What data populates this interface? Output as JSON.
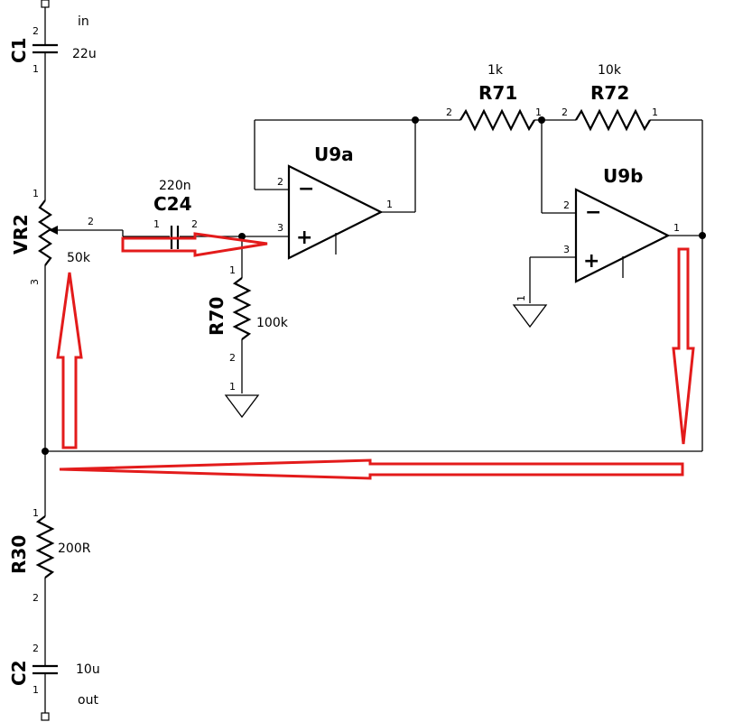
{
  "labels": {
    "in": "in",
    "out": "out"
  },
  "components": {
    "C1": {
      "ref": "C1",
      "value": "22u",
      "pins": [
        "1",
        "2"
      ]
    },
    "VR2": {
      "ref": "VR2",
      "value": "50k",
      "pins": [
        "1",
        "2",
        "3"
      ]
    },
    "C24": {
      "ref": "C24",
      "value": "220n",
      "pins": [
        "1",
        "2"
      ]
    },
    "R70": {
      "ref": "R70",
      "value": "100k",
      "pins": [
        "1",
        "2"
      ]
    },
    "R71": {
      "ref": "R71",
      "value": "1k",
      "pins": [
        "1",
        "2"
      ]
    },
    "R72": {
      "ref": "R72",
      "value": "10k",
      "pins": [
        "1",
        "2"
      ]
    },
    "U9a": {
      "ref": "U9a",
      "pins": [
        "1",
        "2",
        "3"
      ],
      "minus": "−",
      "plus": "+"
    },
    "U9b": {
      "ref": "U9b",
      "pins": [
        "1",
        "2",
        "3"
      ],
      "minus": "−",
      "plus": "+"
    },
    "R30": {
      "ref": "R30",
      "value": "200R",
      "pins": [
        "1",
        "2"
      ]
    },
    "C2": {
      "ref": "C2",
      "value": "10u",
      "pins": [
        "1",
        "2"
      ]
    }
  },
  "grounds": {
    "pin": "1"
  },
  "colors": {
    "wire": "#000000",
    "annotation_arrow": "#e31b1b"
  }
}
